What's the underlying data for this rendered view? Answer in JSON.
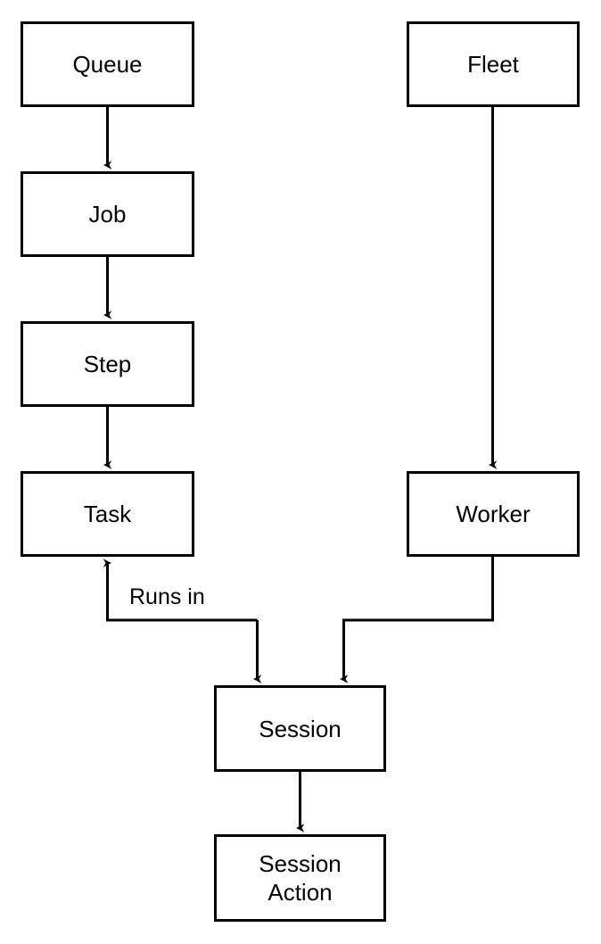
{
  "diagram": {
    "type": "flowchart",
    "title": "",
    "background_color": "#ffffff",
    "stroke_color": "#000000",
    "text_color": "#000000",
    "nodes": [
      {
        "id": "queue",
        "label": "Queue",
        "shape": "rectangle"
      },
      {
        "id": "job",
        "label": "Job",
        "shape": "rectangle"
      },
      {
        "id": "step",
        "label": "Step",
        "shape": "rectangle"
      },
      {
        "id": "task",
        "label": "Task",
        "shape": "rectangle"
      },
      {
        "id": "fleet",
        "label": "Fleet",
        "shape": "rectangle"
      },
      {
        "id": "worker",
        "label": "Worker",
        "shape": "rectangle"
      },
      {
        "id": "session",
        "label": "Session",
        "shape": "rectangle"
      },
      {
        "id": "session_action",
        "label": "Session\nAction",
        "shape": "rectangle"
      }
    ],
    "edges": [
      {
        "from": "queue",
        "to": "job",
        "label": "",
        "arrow": "end"
      },
      {
        "from": "job",
        "to": "step",
        "label": "",
        "arrow": "end"
      },
      {
        "from": "step",
        "to": "task",
        "label": "",
        "arrow": "end"
      },
      {
        "from": "fleet",
        "to": "worker",
        "label": "",
        "arrow": "end"
      },
      {
        "from": "session",
        "to": "task",
        "label": "Runs in",
        "arrow": "end"
      },
      {
        "from": "task",
        "to": "session",
        "label": "",
        "arrow": "end"
      },
      {
        "from": "worker",
        "to": "session",
        "label": "",
        "arrow": "end"
      },
      {
        "from": "session",
        "to": "session_action",
        "label": "",
        "arrow": "end"
      }
    ],
    "edge_labels": {
      "runs_in": "Runs in"
    }
  }
}
